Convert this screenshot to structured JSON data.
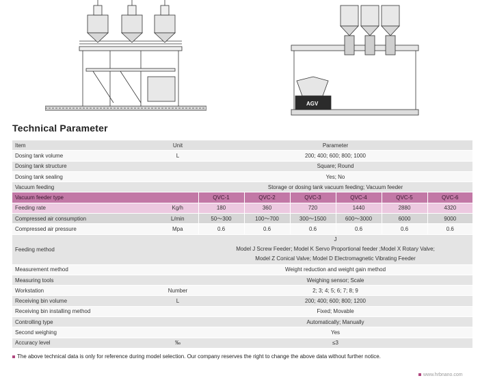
{
  "title": "Technical Parameter",
  "header": {
    "item": "Item",
    "unit": "Unit",
    "parameter": "Parameter"
  },
  "rows_top": [
    {
      "item": "Dosing tank volume",
      "unit": "L",
      "value": "200; 400; 600; 800; 1000"
    },
    {
      "item": "Dosing tank structure",
      "unit": "",
      "value": "Square; Round"
    },
    {
      "item": "Dosing tank sealing",
      "unit": "",
      "value": "Yes; No"
    },
    {
      "item": "Vacuum feeding",
      "unit": "",
      "value": "Storage or dosing tank vacuum feeding; Vacuum feeder"
    }
  ],
  "vacuum_feeder": {
    "item": "Vacuum feeder type",
    "unit": "",
    "models": [
      "QVC-1",
      "QVC-2",
      "QVC-3",
      "QVC-4",
      "QVC-5",
      "QVC-6"
    ]
  },
  "feeding_rate": {
    "item": "Feeding rate",
    "unit": "Kg/h",
    "values": [
      "180",
      "360",
      "720",
      "1440",
      "2880",
      "4320"
    ]
  },
  "compressed_air": {
    "item": "Compressed air consumption",
    "unit": "L/min",
    "values": [
      "50～300",
      "100～700",
      "300～1500",
      "600～3000",
      "6000",
      "9000"
    ]
  },
  "air_pressure": {
    "item": "Compressed air pressure",
    "unit": "Mpa",
    "values": [
      "0.6",
      "0.6",
      "0.6",
      "0.6",
      "0.6",
      "0.6"
    ]
  },
  "feeding_method": {
    "item": "Feeding method",
    "lines": [
      "J",
      "Model J Screw Feeder; Model K Servo Proportional feeder ;Model X Rotary Valve;",
      "Model Z Conical Valve; Model D  Electromagnetic Vibrating Feeder"
    ]
  },
  "rows_bottom": [
    {
      "item": "Measurement method",
      "unit": "",
      "value": "Weight reduction and weight gain method"
    },
    {
      "item": "Measuring tools",
      "unit": "",
      "value": "Weighing sensor; Scale"
    },
    {
      "item": "Workstation",
      "unit": "Number",
      "value": "2;  3;  4;  5;  6;  7;  8;  9"
    },
    {
      "item": "Receiving bin volume",
      "unit": "L",
      "value": "200; 400; 600; 800; 1200"
    },
    {
      "item": "Receiving bin installing method",
      "unit": "",
      "value": "Fixed; Movable"
    },
    {
      "item": "Controlling type",
      "unit": "",
      "value": "Automatically; Manually"
    },
    {
      "item": "Second weighing",
      "unit": "",
      "value": "Yes"
    },
    {
      "item": "Accuracy level",
      "unit": "‰",
      "value": "≤3"
    }
  ],
  "agv_label": "AGV",
  "note": "The above technical data is only for reference during model selection. Our company  reserves the right to change the above data without further notice.",
  "website": "www.hrbnano.com",
  "colors": {
    "pink_row": "#c278a6",
    "pink_light_row": "#ecc9e0",
    "accent": "#b0477f"
  }
}
